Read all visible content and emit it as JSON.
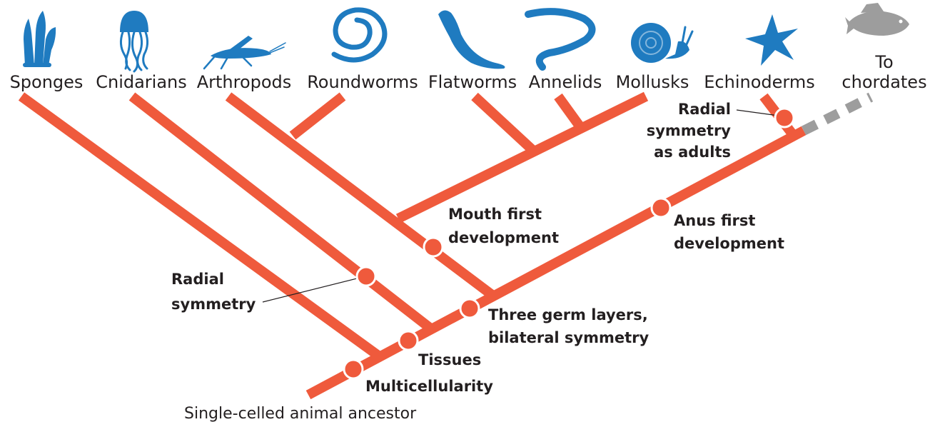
{
  "colors": {
    "branch": "#ef5a3c",
    "node_stroke": "#ffffff",
    "outgroup_dash": "#9d9d9d",
    "icon_blue": "#1f7bc0",
    "icon_gray": "#9d9d9d",
    "text": "#231f20"
  },
  "taxa": [
    {
      "label": "Sponges",
      "icon": "sponge-icon"
    },
    {
      "label": "Cnidarians",
      "icon": "jellyfish-icon"
    },
    {
      "label": "Arthropods",
      "icon": "grasshopper-icon"
    },
    {
      "label": "Roundworms",
      "icon": "roundworm-icon"
    },
    {
      "label": "Flatworms",
      "icon": "flatworm-icon"
    },
    {
      "label": "Annelids",
      "icon": "annelid-icon"
    },
    {
      "label": "Mollusks",
      "icon": "snail-icon"
    },
    {
      "label": "Echinoderms",
      "icon": "sea-star-icon"
    },
    {
      "label_line1": "To",
      "label_line2": "chordates",
      "icon": "fish-icon"
    }
  ],
  "traits": {
    "multicellularity": "Multicellularity",
    "tissues": "Tissues",
    "radial_symmetry_line1": "Radial",
    "radial_symmetry_line2": "symmetry",
    "three_germ_line1": "Three germ layers,",
    "three_germ_line2": "bilateral symmetry",
    "mouth_first_line1": "Mouth first",
    "mouth_first_line2": "development",
    "anus_first_line1": "Anus first",
    "anus_first_line2": "development",
    "radial_adults_line1": "Radial",
    "radial_adults_line2": "symmetry",
    "radial_adults_line3": "as adults"
  },
  "root_label": "Single-celled animal ancestor"
}
